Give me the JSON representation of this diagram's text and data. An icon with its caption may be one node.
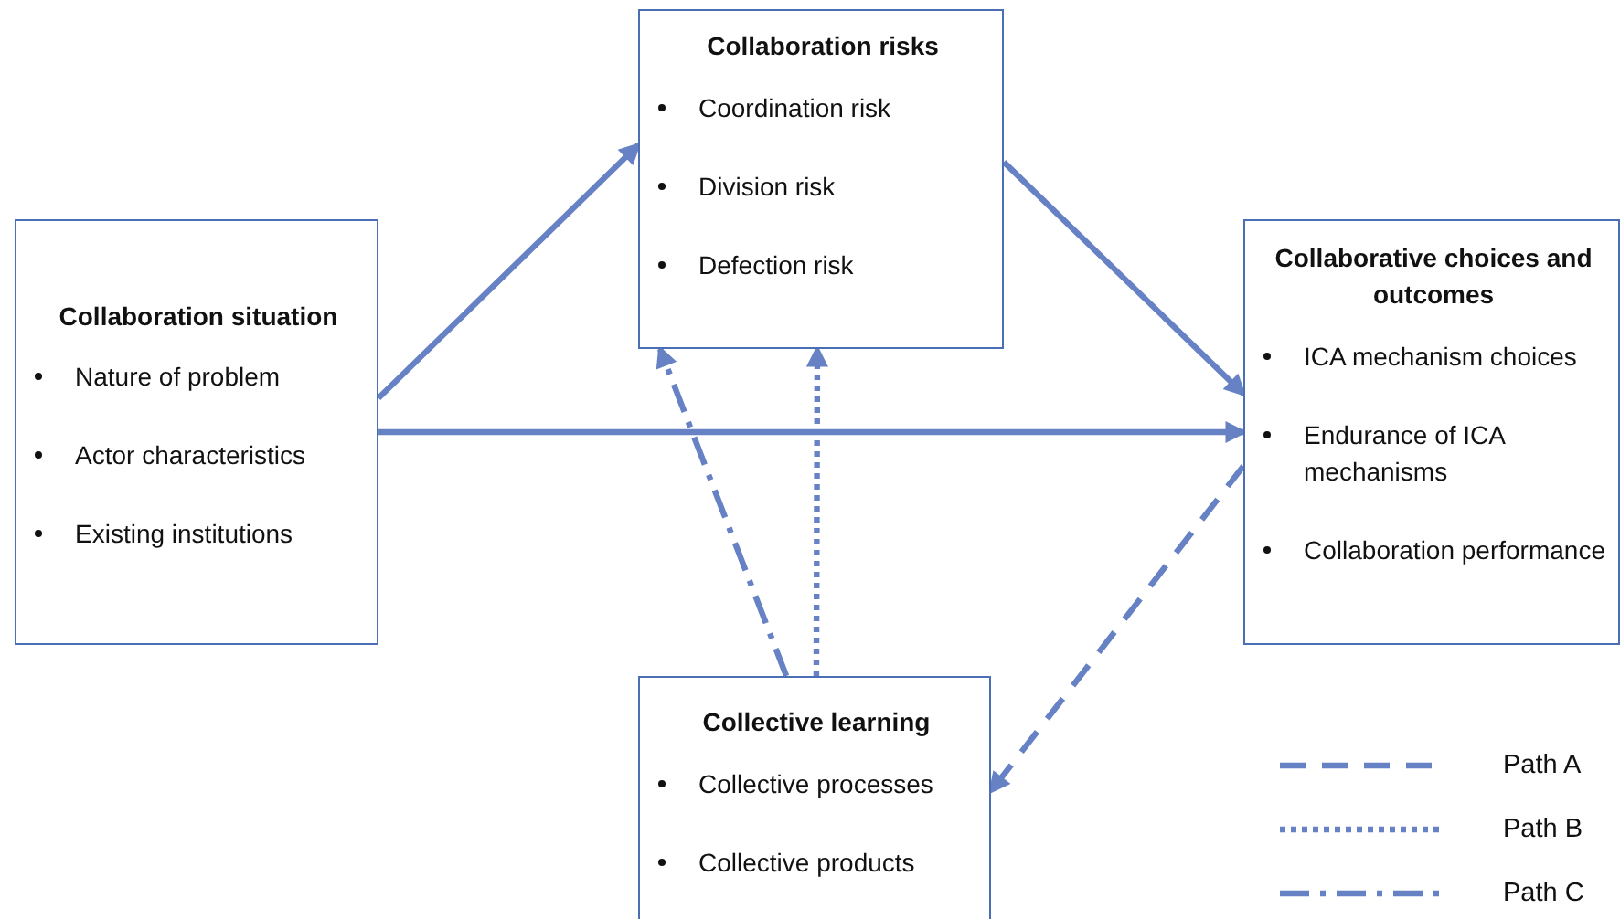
{
  "diagram": {
    "nodes": [
      {
        "text": [
          "Collaboration situation",
          "Nature of problem",
          "Actor characteristics",
          "Existing institutions"
        ]
      },
      {
        "text": [
          "Collaboration risks",
          "Coordination risk",
          "Division risk",
          "Defection risk"
        ]
      },
      {
        "text": [
          "Collaborative choices and outcomes",
          "ICA mechanism choices",
          "Endurance of ICA mechanisms",
          "Collaboration performance"
        ]
      },
      {
        "text": [
          "Collective learning",
          "Collective processes",
          "Collective products"
        ]
      }
    ],
    "edges": [
      {
        "from": 0,
        "to": 1,
        "arrow": "to"
      },
      {
        "from": 1,
        "to": 2,
        "arrow": "to"
      },
      {
        "from": 0,
        "to": 2,
        "arrow": "to"
      },
      {
        "from": 2,
        "to": 3,
        "arrow": "to",
        "style": "dashed"
      },
      {
        "from": 3,
        "to": 1,
        "arrow": "to",
        "style": "dashed"
      },
      {
        "from": 3,
        "to": 1,
        "arrow": "to",
        "style": "dashed"
      }
    ],
    "legend": [
      {
        "text": "Path A"
      },
      {
        "text": "Path B"
      },
      {
        "text": "Path C"
      }
    ]
  }
}
